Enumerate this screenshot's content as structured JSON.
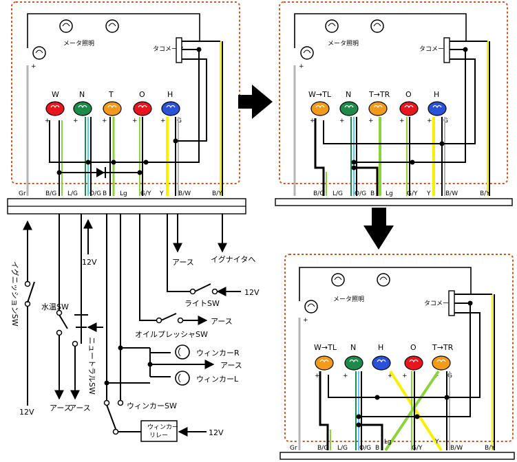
{
  "colors": {
    "frame": "#c0582a",
    "red": "#e8141e",
    "green": "#1e8a4a",
    "orange": "#f49a1a",
    "blue": "#2a52d8",
    "yellow": "#f8f000",
    "lightgreen": "#8cd23c",
    "gray": "#b4b4b4",
    "lightblue": "#55ccff"
  },
  "diagram1": {
    "meter_light": "メータ照明",
    "tachometer": "タコメータ",
    "plus": "+",
    "indicators": [
      {
        "label": "W",
        "color": "red"
      },
      {
        "label": "N",
        "color": "green"
      },
      {
        "label": "T",
        "color": "orange"
      },
      {
        "label": "O",
        "color": "red"
      },
      {
        "label": "H",
        "color": "blue"
      }
    ],
    "ground_mark": "G",
    "connector_labels": [
      "Gr",
      "B/G",
      "L/G",
      "O/G",
      "B",
      "Lg",
      "G/Y",
      "Y",
      "B/W",
      "B/Y"
    ]
  },
  "diagram2": {
    "meter_light": "メータ照明",
    "tachometer": "タコメータ",
    "indicators": [
      {
        "label": "W→TL",
        "color": "orange"
      },
      {
        "label": "N",
        "color": "green"
      },
      {
        "label": "T→TR",
        "color": "orange"
      },
      {
        "label": "O",
        "color": "red"
      },
      {
        "label": "H",
        "color": "blue"
      }
    ],
    "connector_labels": [
      "B/G",
      "L/G",
      "O/G",
      "B",
      "Lg",
      "G/Y",
      "Y",
      "B/W",
      "B/Y"
    ]
  },
  "diagram3": {
    "meter_light": "メータ照明",
    "tachometer": "タコメータ",
    "indicators": [
      {
        "label": "W→TL",
        "color": "orange"
      },
      {
        "label": "N",
        "color": "green"
      },
      {
        "label": "H",
        "color": "blue"
      },
      {
        "label": "O",
        "color": "red"
      },
      {
        "label": "T→TR",
        "color": "orange"
      }
    ],
    "connector_labels": [
      "Gr",
      "B/G",
      "L/G",
      "O/G",
      "B",
      "Lg",
      "G/Y",
      "Y",
      "B/W",
      "B/Y"
    ]
  },
  "harness": {
    "ignition_sw": "イグニッションSW",
    "water_temp_sw": "水温SW",
    "neutral_sw": "ニュートラルSW",
    "earth": "アース",
    "v12": "12V",
    "to_igniter": "イグナイタへ",
    "light_sw": "ライトSW",
    "oil_pressure_sw": "オイルプレッシャSW",
    "winker_r": "ウィンカーR",
    "winker_l": "ウィンカーL",
    "winker_sw": "ウィンカーSW",
    "winker_relay_1": "ウィンカー",
    "winker_relay_2": "リレー"
  }
}
